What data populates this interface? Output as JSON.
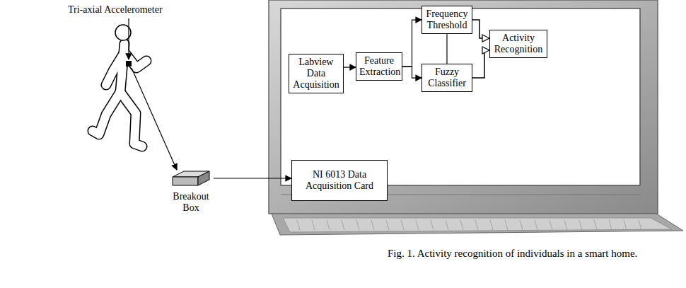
{
  "diagram": {
    "caption": "Fig. 1. Activity recognition of individuals in a smart home.",
    "nodes": [
      {
        "text": [
          "Labview Data Acquisition"
        ]
      },
      {
        "text": [
          "Feature Extraction"
        ]
      },
      {
        "text": [
          "Frequency Threshold"
        ]
      },
      {
        "text": [
          "Fuzzy Classifier"
        ]
      },
      {
        "text": [
          "Activity Recognition"
        ]
      },
      {
        "text": [
          "Breakout Box"
        ]
      },
      {
        "text": [
          "NI 6013 Data Acquisition Card"
        ]
      }
    ],
    "edges": [
      {
        "from": 0,
        "to": 1,
        "arrow": "to"
      },
      {
        "from": 1,
        "to": 2,
        "arrow": "to"
      },
      {
        "from": 1,
        "to": 3,
        "arrow": "to"
      },
      {
        "from": 2,
        "to": 3,
        "arrow": "none"
      },
      {
        "from": 2,
        "to": 4,
        "arrow": "to"
      },
      {
        "from": 3,
        "to": 4,
        "arrow": "to"
      },
      {
        "from": 5,
        "to": 6,
        "arrow": "to"
      }
    ],
    "labels": [
      "Tri-axial Accelerometer"
    ]
  }
}
